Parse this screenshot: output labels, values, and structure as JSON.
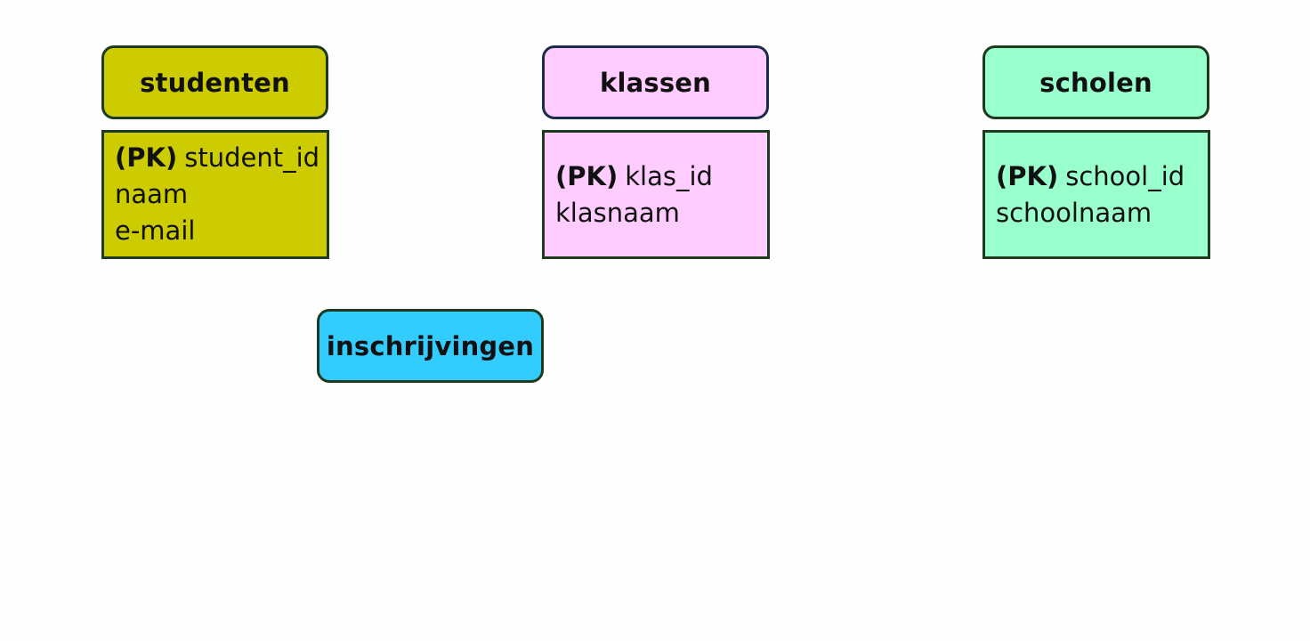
{
  "entities": {
    "studenten": {
      "title": "studenten",
      "color": "#cccc00",
      "attributes": [
        {
          "pk": "(PK)",
          "name": "student_id"
        },
        {
          "name": "naam"
        },
        {
          "name": "e-mail"
        }
      ]
    },
    "klassen": {
      "title": "klassen",
      "color": "#ffccff",
      "attributes": [
        {
          "pk": "(PK)",
          "name": "klas_id"
        },
        {
          "name": "klasnaam"
        }
      ]
    },
    "scholen": {
      "title": "scholen",
      "color": "#99ffcc",
      "attributes": [
        {
          "pk": "(PK)",
          "name": "school_id"
        },
        {
          "name": "schoolnaam"
        }
      ]
    },
    "inschrijvingen": {
      "title": "inschrijvingen",
      "color": "#33ccff"
    }
  }
}
